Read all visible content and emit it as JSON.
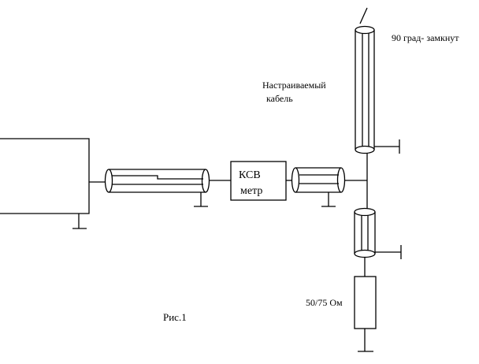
{
  "diagram": {
    "labels": {
      "swr_meter_line1": "КСВ",
      "swr_meter_line2": "метр",
      "tuning_cable_line1": "Настраиваемый",
      "tuning_cable_line2": "кабель",
      "stub_note": "90 град- замкнут",
      "load": "50/75 Ом",
      "figure_caption": "Рис.1"
    }
  }
}
